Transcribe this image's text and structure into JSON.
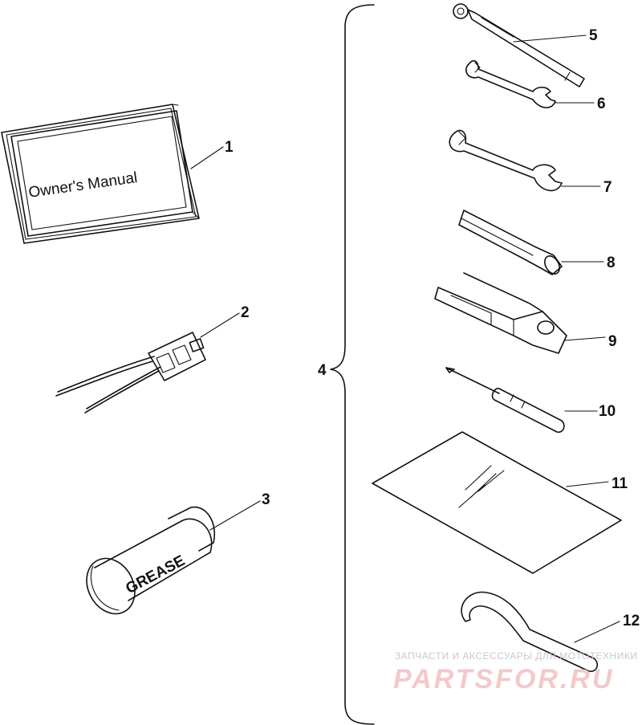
{
  "parts": [
    {
      "num": "1",
      "label": "Owner's Manual"
    },
    {
      "num": "2"
    },
    {
      "num": "3",
      "label": "GREASE"
    },
    {
      "num": "4"
    },
    {
      "num": "5"
    },
    {
      "num": "6"
    },
    {
      "num": "7"
    },
    {
      "num": "8"
    },
    {
      "num": "9"
    },
    {
      "num": "10"
    },
    {
      "num": "11"
    },
    {
      "num": "12"
    }
  ],
  "watermark": {
    "subtitle": "ЗАПЧАСТИ И АКСЕССУАРЫ ДЛЯ МОТОТЕХНИКИ",
    "logo": "PARTSFOR.RU"
  }
}
